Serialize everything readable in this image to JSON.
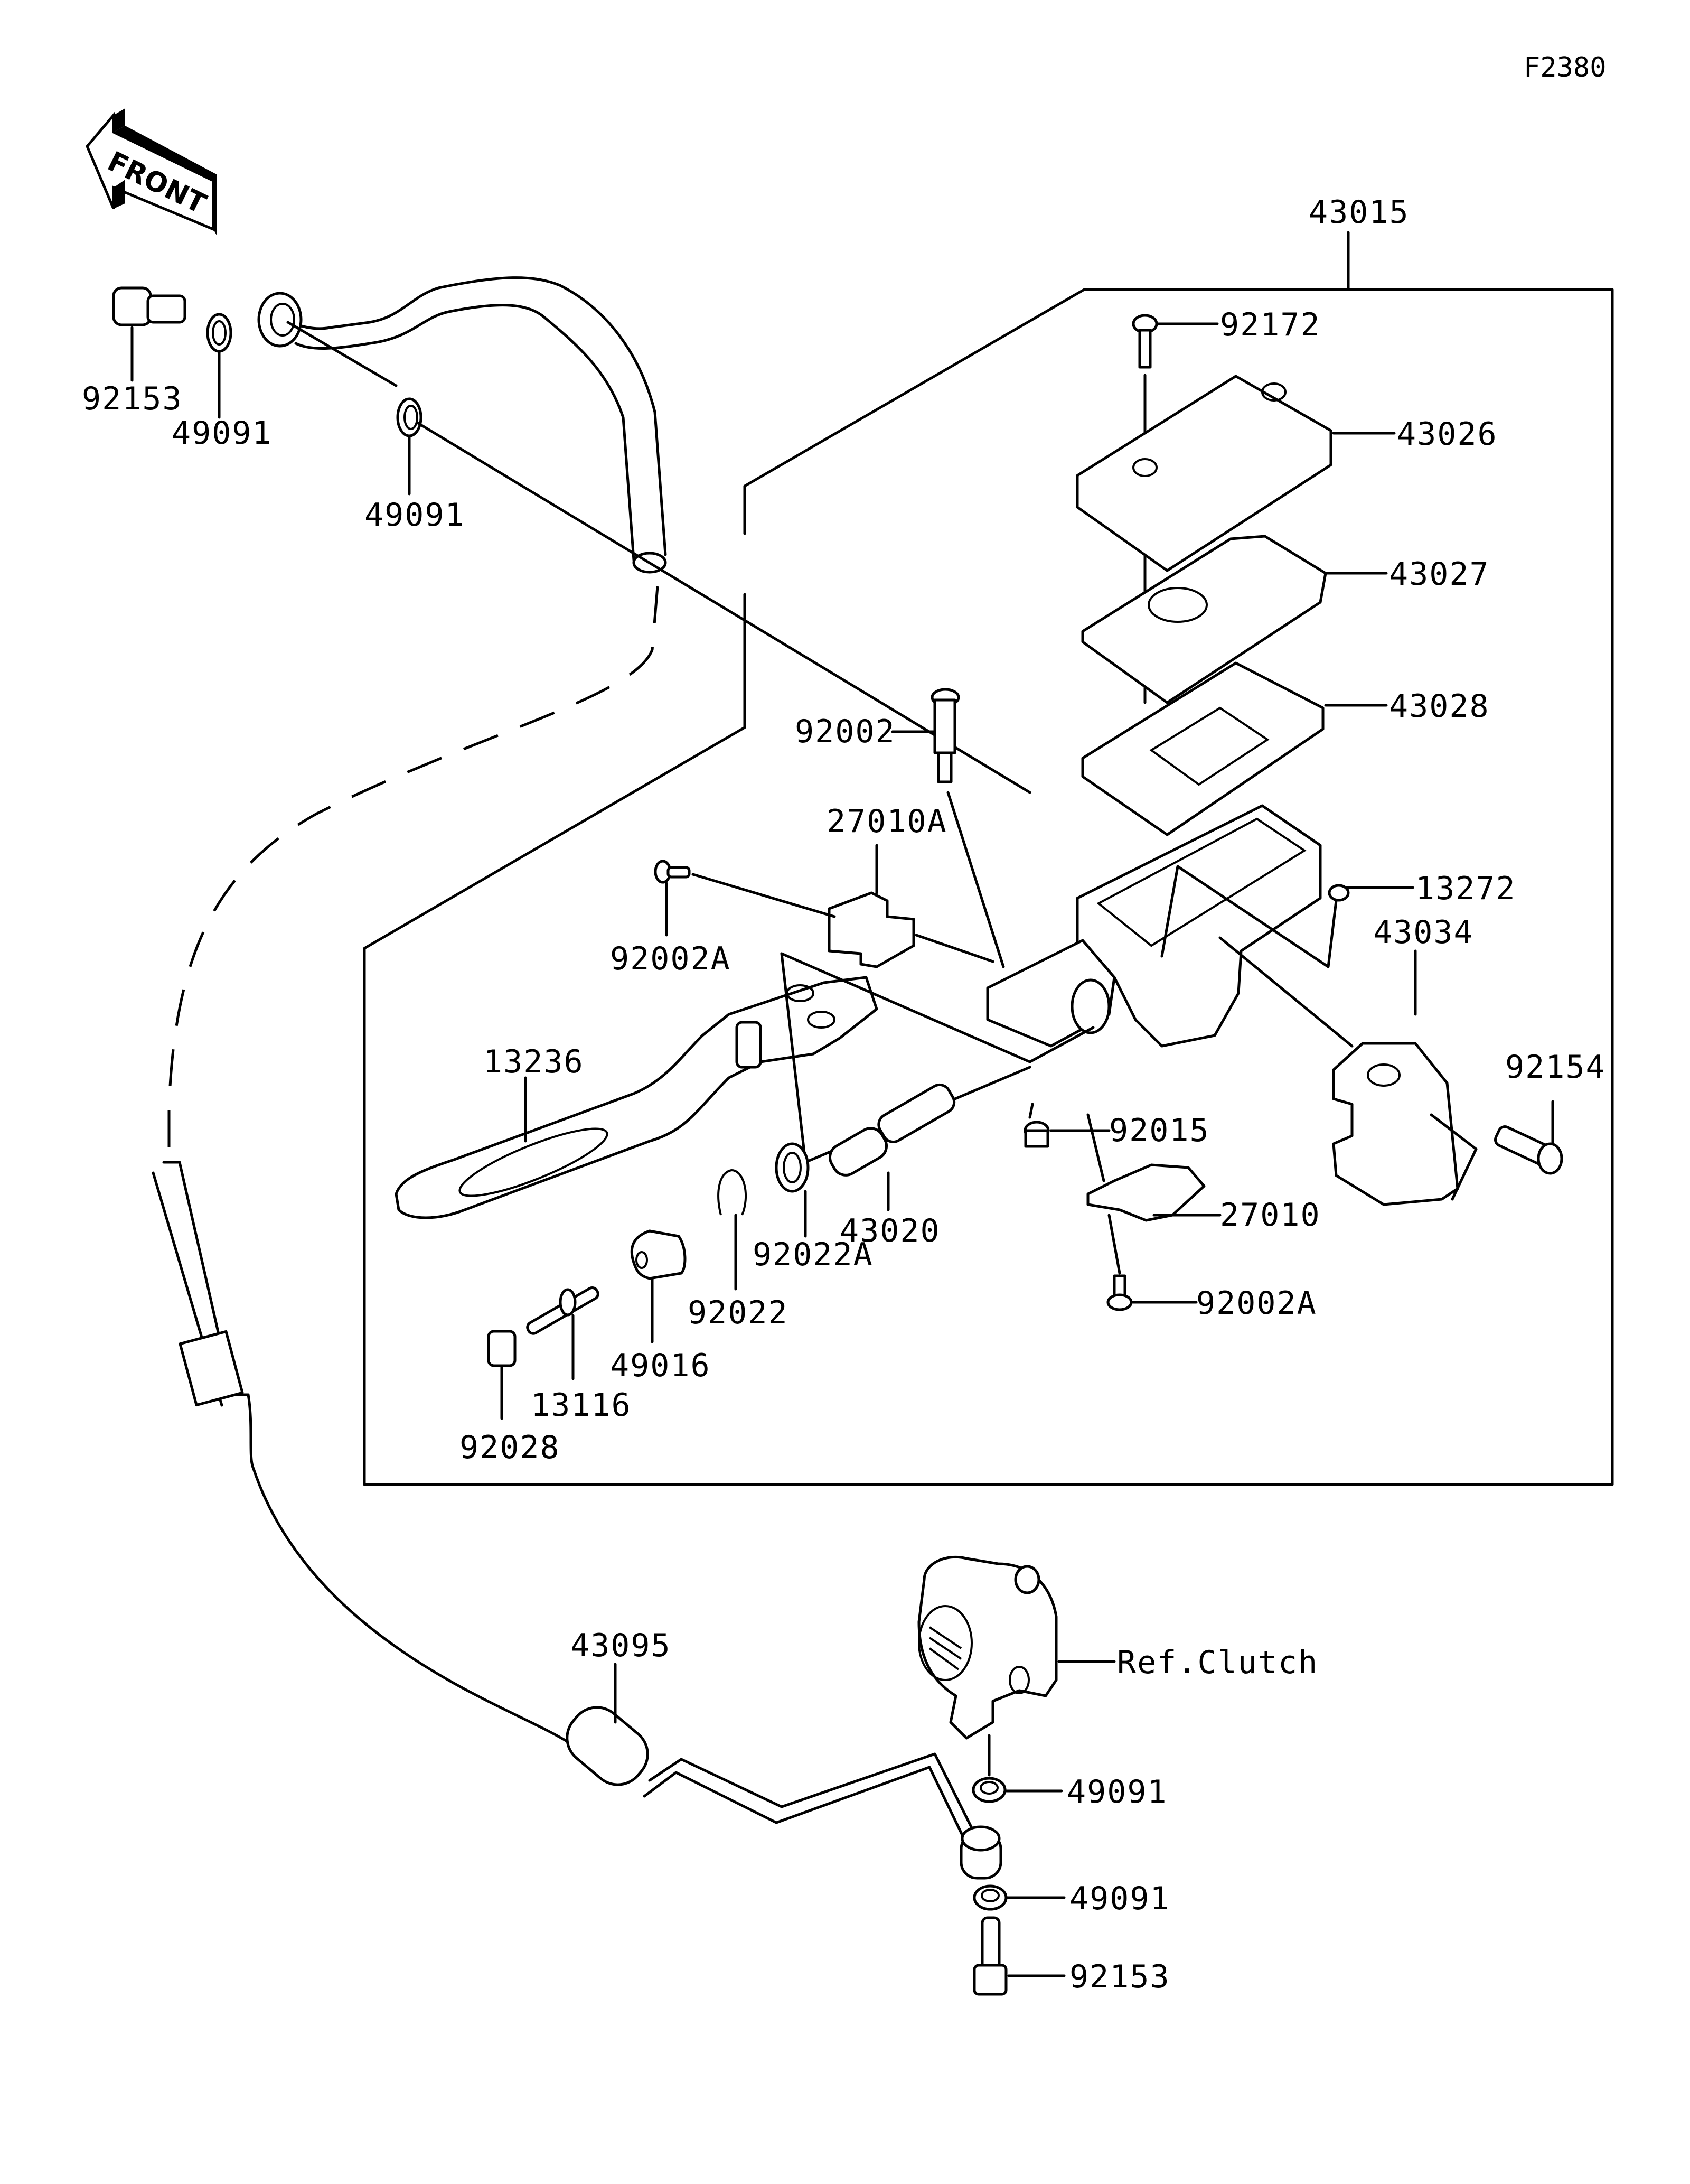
{
  "diagram": {
    "code": "F2380",
    "front_arrow_label": "FRONT",
    "assembly_label": "43015",
    "labels": {
      "bolt_top": "92153",
      "washer_top_a": "49091",
      "washer_top_b": "49091",
      "screw_cap": "92172",
      "reservoir_cap": "43026",
      "diaphragm_plate": "43027",
      "diaphragm": "43028",
      "pivot_bolt": "92002",
      "switch_a": "27010A",
      "screw_switch_a": "92002A",
      "grommet": "13272",
      "clamp": "43034",
      "lever": "13236",
      "clamp_bolt": "92154",
      "nut": "92015",
      "piston_assy": "43020",
      "switch": "27010",
      "washer_piston": "92022A",
      "circlip": "92022",
      "screw_switch": "92002A",
      "boot": "49016",
      "push_rod": "13116",
      "cap_rod": "92028",
      "hose": "43095",
      "ref_clutch": "Ref.Clutch",
      "washer_bottom_a": "49091",
      "washer_bottom_b": "49091",
      "bolt_bottom": "92153"
    }
  }
}
